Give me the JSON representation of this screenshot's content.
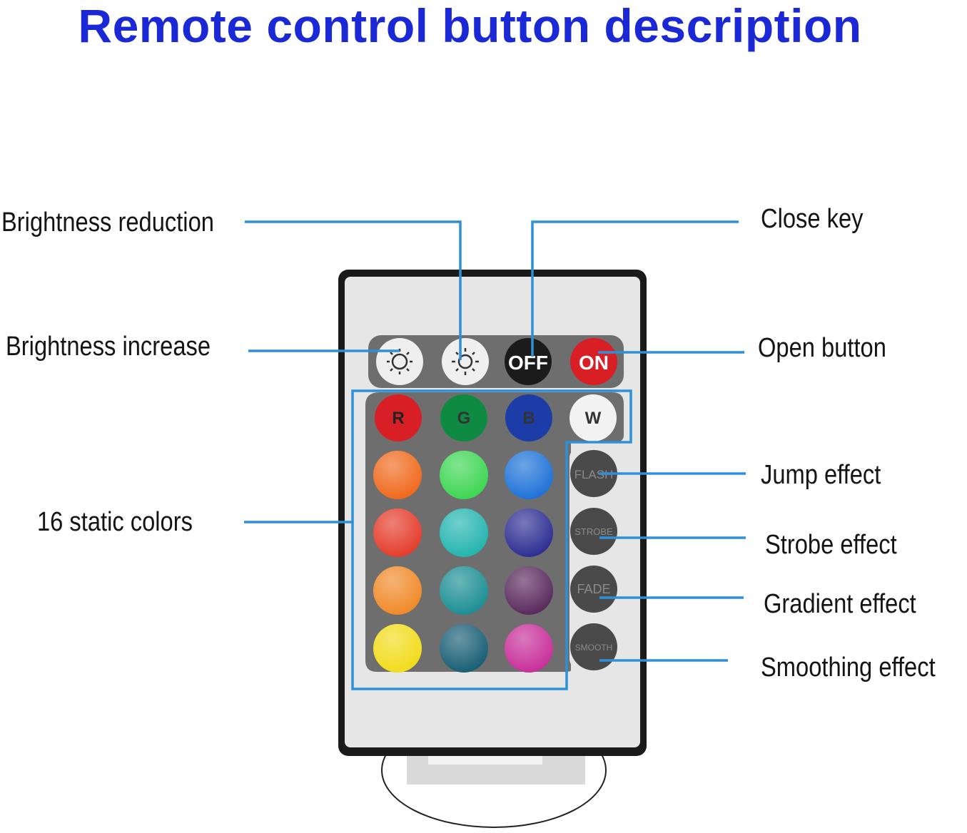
{
  "title": "Remote control button description",
  "labels": {
    "brightness_reduction": "Brightness reduction",
    "brightness_increase": "Brightness increase",
    "static_colors": "16 static colors",
    "close_key": "Close key",
    "open_button": "Open button",
    "jump_effect": "Jump effect",
    "strobe_effect": "Strobe effect",
    "gradient_effect": "Gradient effect",
    "smoothing_effect": "Smoothing effect"
  },
  "remote": {
    "off_label": "OFF",
    "on_label": "ON",
    "color_labels": {
      "r": "R",
      "g": "G",
      "b": "B",
      "w": "W"
    },
    "mode_labels": [
      "FLASH",
      "STROBE",
      "FADE",
      "SMOOTH"
    ],
    "color_grid": [
      [
        "#f06a1e",
        "#3fd654",
        "#1f73d8"
      ],
      [
        "#e53d2c",
        "#26b5b0",
        "#2f2f94"
      ],
      [
        "#f08a2a",
        "#1d8f94",
        "#5a2b5e"
      ],
      [
        "#f2dc1c",
        "#1a5f75",
        "#c8309a"
      ]
    ],
    "rgbw_colors": [
      "#d91f26",
      "#0f8a43",
      "#1c3da8",
      "#f2f2f2"
    ]
  },
  "colors": {
    "title": "#1a28d6",
    "leader_line": "#2f8fd8",
    "remote_body": "#e6e6e6",
    "remote_frame": "#1a1a1a",
    "button_panel": "#6e6e6e"
  }
}
